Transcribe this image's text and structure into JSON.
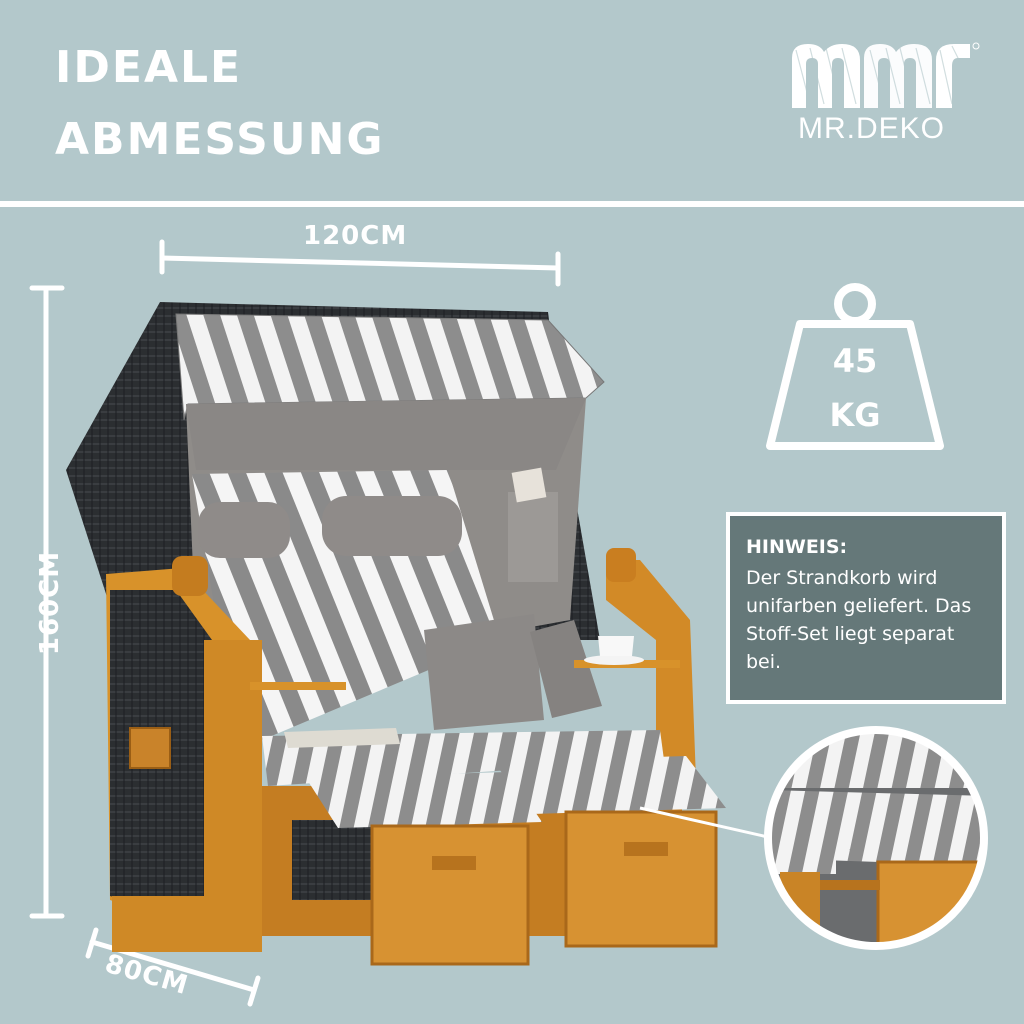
{
  "header": {
    "title_line1": "IDEALE",
    "title_line2": "ABMESSUNG",
    "brand_name": "MR.DEKO"
  },
  "dimensions": {
    "width": "120CM",
    "height": "160CM",
    "depth": "80CM"
  },
  "weight": {
    "value": "45",
    "unit": "KG"
  },
  "note": {
    "heading": "HINWEIS:",
    "text": "Der Strandkorb wird unifarben geliefert. Das Stoff-Set liegt separat bei."
  },
  "colors": {
    "background": "#b3c8cb",
    "note_box": "#657879",
    "wicker": "#2b2e31",
    "wood": "#d8922a",
    "fabric_stripe": "#8a8a8a",
    "fabric_light": "#f2f2f2",
    "lining": "#8c8a88"
  },
  "icons": [
    "brand-logo-icon",
    "weight-icon",
    "zoom-detail-icon"
  ]
}
